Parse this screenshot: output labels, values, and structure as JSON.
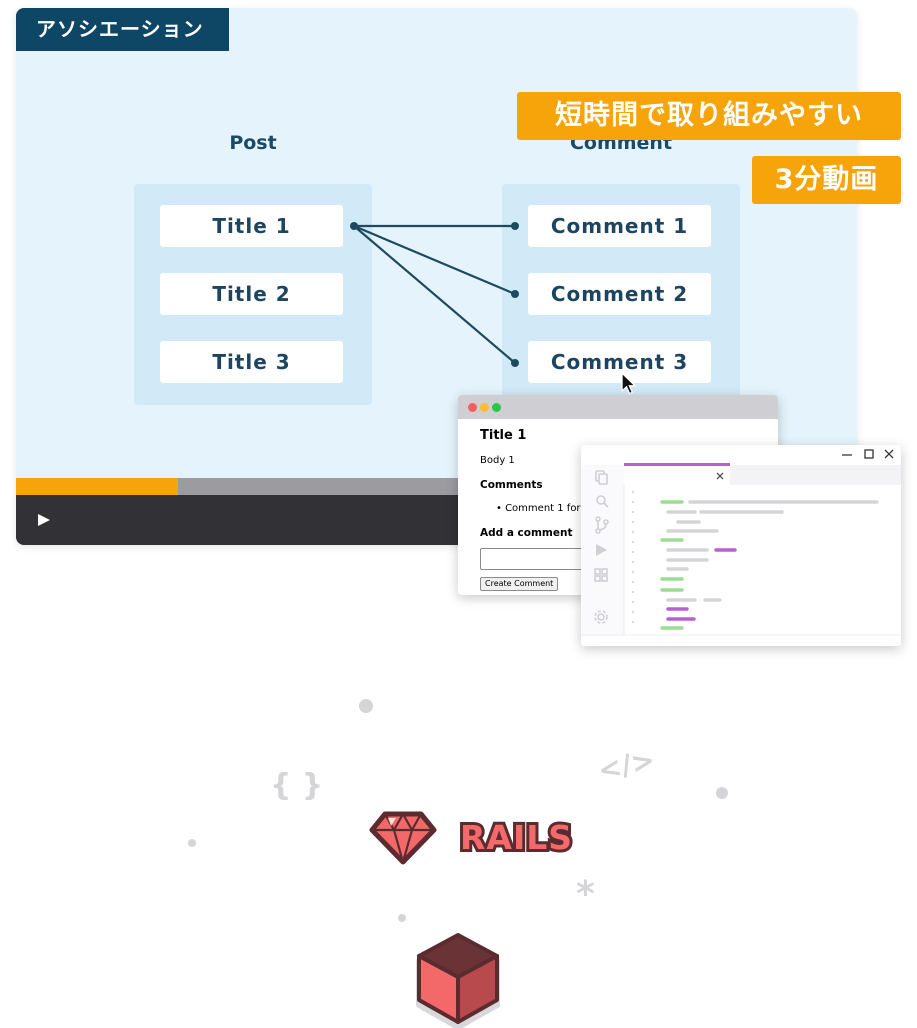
{
  "video": {
    "title": "アソシエーション",
    "progress_fraction": 0.193,
    "colors": {
      "navy": "#0e4766",
      "accent": "#f7a30a",
      "background": "#e5f4fc"
    }
  },
  "diagram": {
    "post_heading": "Post",
    "comment_heading": "Comment",
    "posts": [
      "Title 1",
      "Title 2",
      "Title 3"
    ],
    "comments": [
      "Comment 1",
      "Comment 2",
      "Comment 3"
    ]
  },
  "badges": {
    "line1": "短時間で取り組みやすい",
    "line2": "3分動画"
  },
  "browser": {
    "post_title": "Title 1",
    "post_body": "Body 1",
    "comments_heading": "Comments",
    "comment_item": "Comment 1 for",
    "add_comment_label": "Add a comment",
    "submit_label": "Create Comment"
  },
  "editor": {
    "window_controls": [
      "minimize-icon",
      "maximize-icon",
      "close-icon"
    ],
    "tab_close": "×",
    "sidebar_icons": [
      "files-icon",
      "search-icon",
      "source-control-icon",
      "run-icon",
      "extensions-icon",
      "settings-icon"
    ]
  },
  "decorations": {
    "braces": "{ }",
    "tag_symbol": "</>",
    "asterisk": "*",
    "logo_label": "RAILS",
    "icons": [
      "ruby-gem-icon",
      "cube-icon"
    ]
  }
}
